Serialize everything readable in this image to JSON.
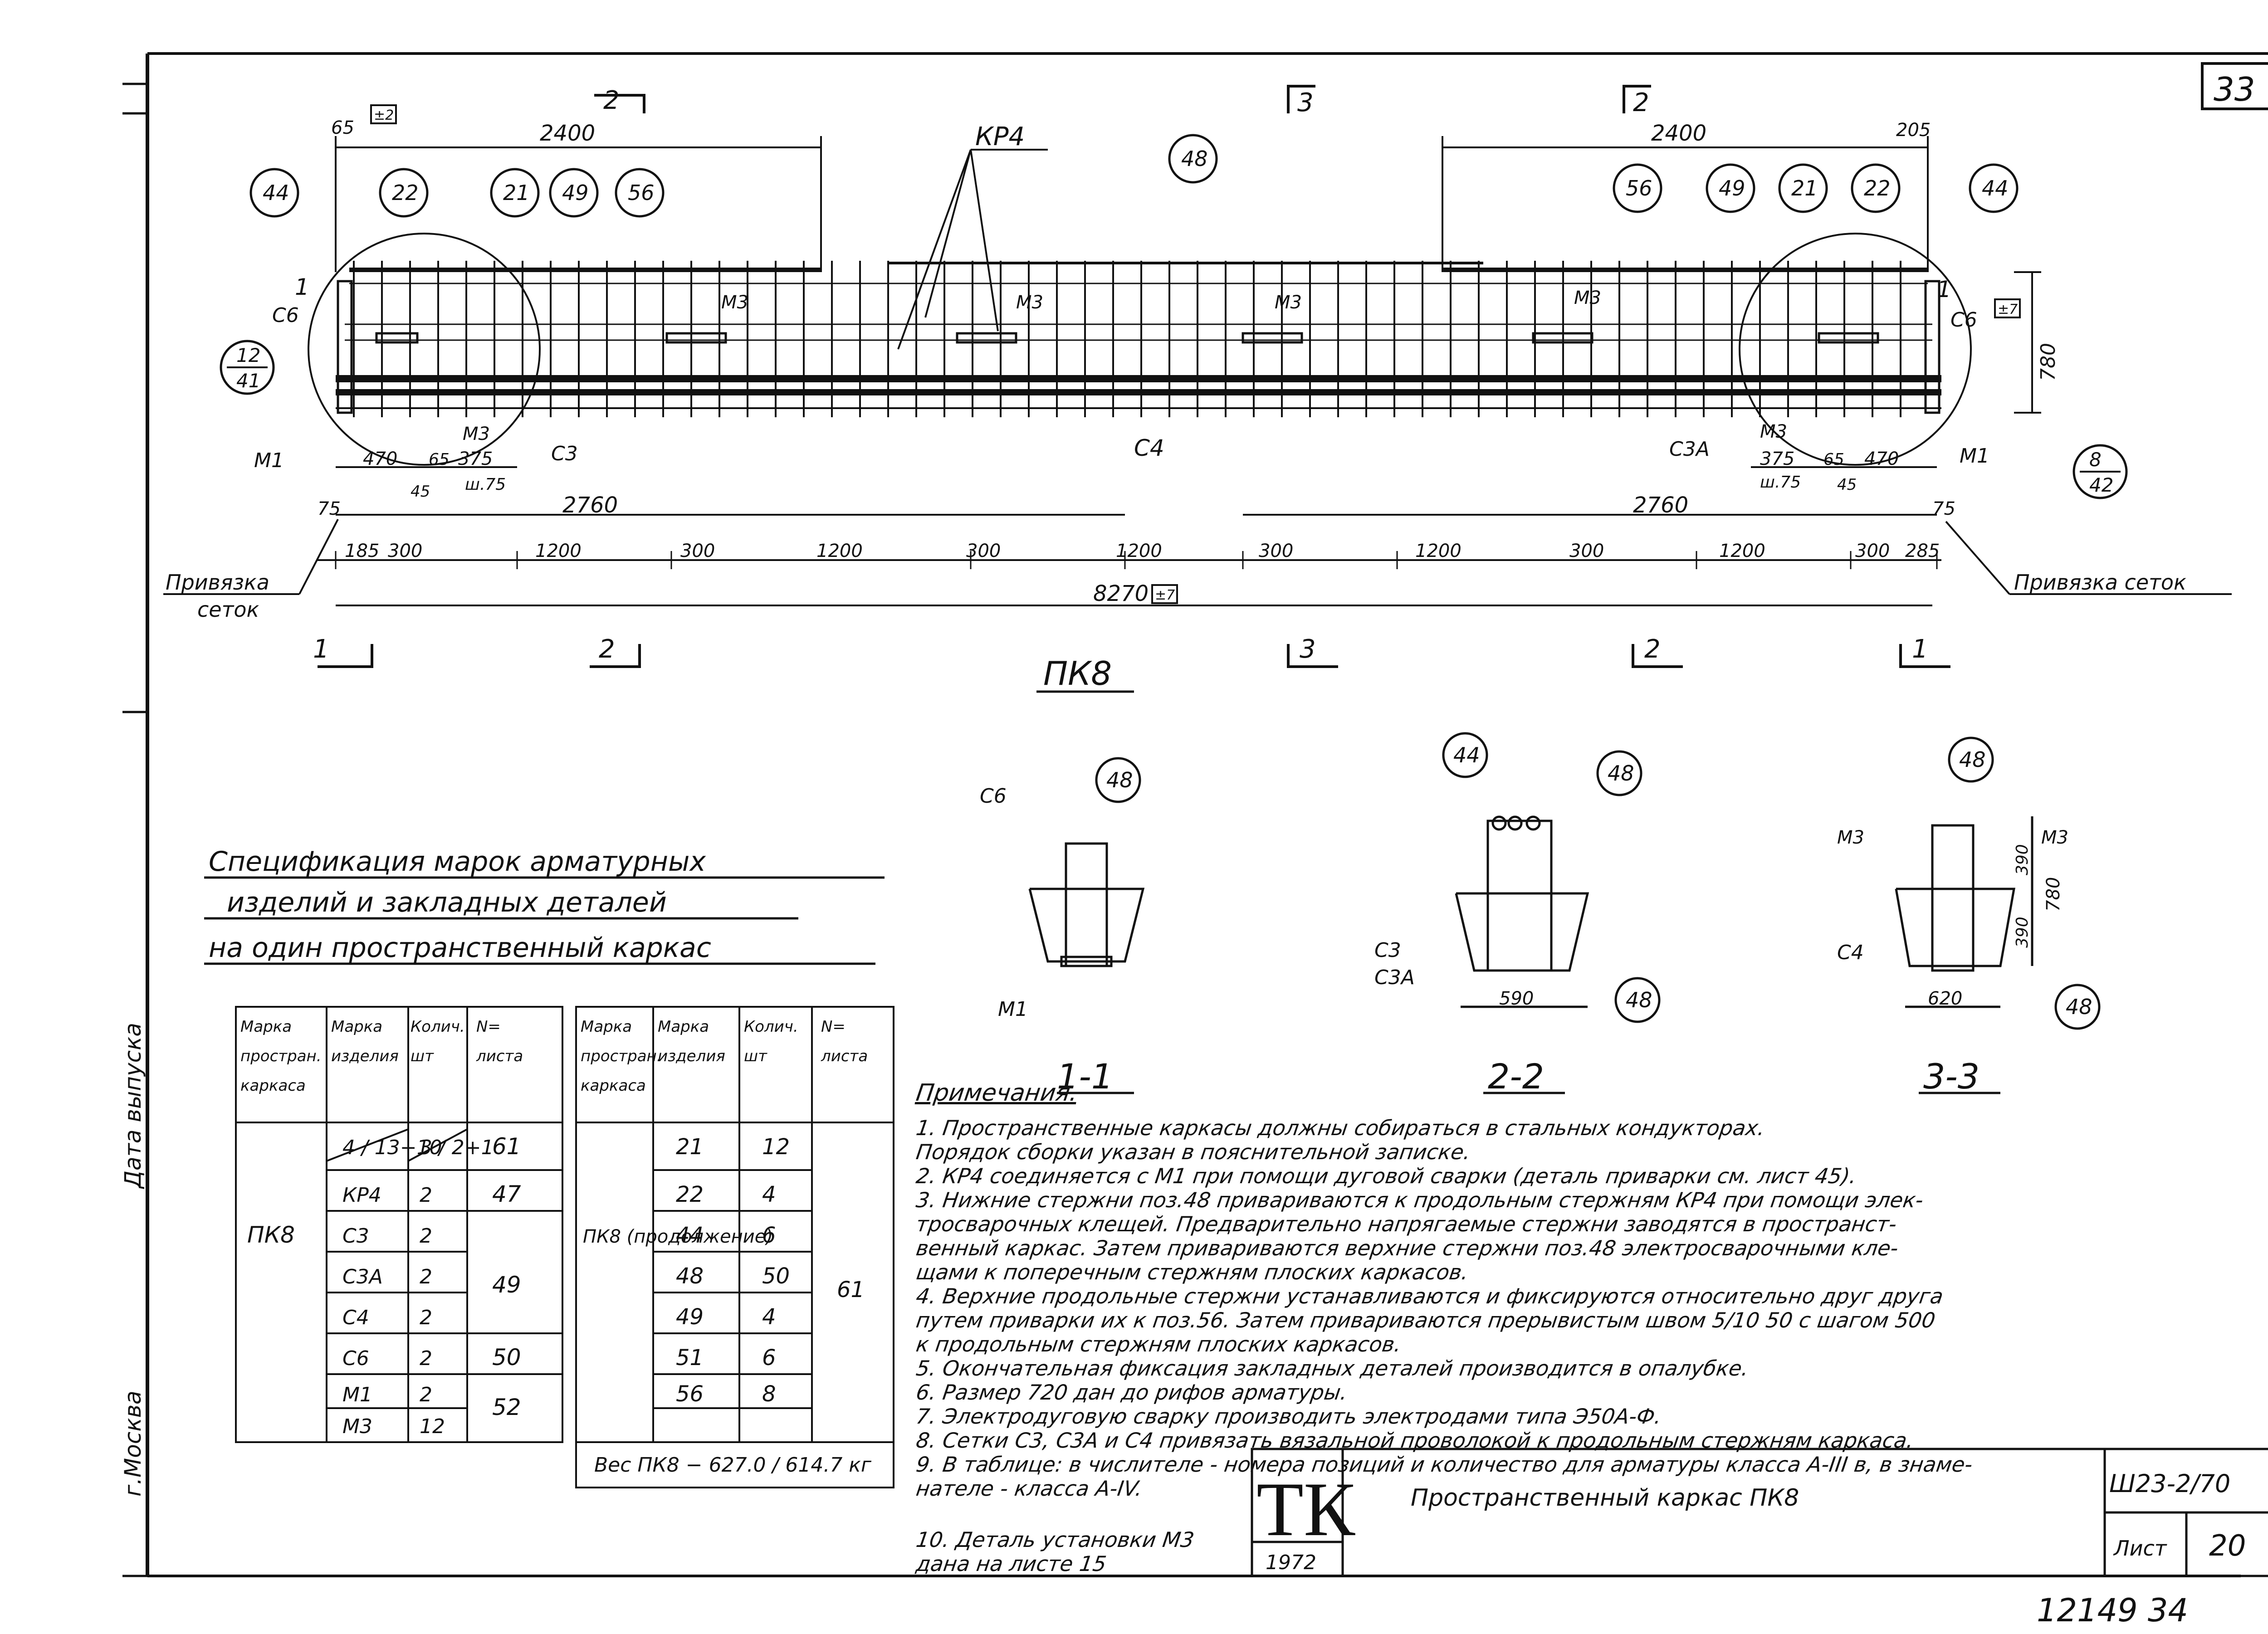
{
  "sheet": {
    "corner_number": "33",
    "side_labels": {
      "date": "Дата выпуска",
      "city": "г.Москва"
    },
    "bottom_numbers": "12149 34"
  },
  "elevation": {
    "title": "ПК8",
    "frame_label": "КР4",
    "cut_marks": [
      "1",
      "2",
      "3",
      "2",
      "1"
    ],
    "top_dims": {
      "left": "2400",
      "right": "2400",
      "left_small": "65",
      "right_small": "205",
      "left_tag": "±2",
      "right_tag": "±7"
    },
    "height_dim": "780",
    "dims_row1": [
      "470",
      "65",
      "375",
      "ш.75",
      "45",
      "2760",
      "2760",
      "375",
      "65",
      "470",
      "ш.75",
      "45"
    ],
    "dims_row2": [
      "75",
      "185",
      "300",
      "1200",
      "300",
      "1200",
      "300",
      "1200",
      "300",
      "1200",
      "300",
      "1200",
      "300",
      "285",
      "75"
    ],
    "total": "8270",
    "total_tag": "±7",
    "binding_left": [
      "Привязка",
      "сеток"
    ],
    "binding_right": "Привязка сеток",
    "callouts_left": [
      "44",
      "22",
      "21",
      "49",
      "56"
    ],
    "callouts_right": [
      "56",
      "49",
      "21",
      "22",
      "44"
    ],
    "callout_mid": "48",
    "callout_left_frac": [
      "12",
      "41"
    ],
    "callout_right_frac": [
      "8",
      "42"
    ],
    "labels": {
      "c6": "С6",
      "m1": "М1",
      "m3": "М3",
      "c3": "С3",
      "c4": "С4",
      "c3a": "С3А",
      "one": "1"
    }
  },
  "sections": [
    {
      "title": "1-1",
      "tags": [
        "С6",
        "48",
        "М1"
      ]
    },
    {
      "title": "2-2",
      "tags": [
        "44",
        "48",
        "С3",
        "С3А",
        "48"
      ],
      "dim": "590"
    },
    {
      "title": "3-3",
      "tags": [
        "48",
        "М3",
        "М3",
        "С4",
        "48"
      ],
      "dim": "620",
      "dims_v": [
        "390",
        "390",
        "780"
      ]
    }
  ],
  "spec": {
    "title_lines": [
      "Спецификация марок арматурных",
      "изделий и закладных деталей",
      "на один пространственный каркас"
    ],
    "headers": [
      "Марка простран. каркаса",
      "Марка изделия",
      "Колич. шт",
      "N= листа",
      "Марка простран. каркаса",
      "Марка изделия",
      "Колич. шт",
      "N= листа"
    ],
    "left_rows": [
      {
        "mark": "4 / 13+10",
        "qty": "3 / 2+1",
        "sheet": "61"
      },
      {
        "mark": "КР4",
        "qty": "2",
        "sheet": "47"
      },
      {
        "mark": "С3",
        "qty": "2",
        "sheet": ""
      },
      {
        "mark": "С3А",
        "qty": "2",
        "sheet": "49"
      },
      {
        "mark": "С4",
        "qty": "2",
        "sheet": ""
      },
      {
        "mark": "С6",
        "qty": "2",
        "sheet": "50"
      },
      {
        "mark": "М1",
        "qty": "2",
        "sheet": "52"
      },
      {
        "mark": "М3",
        "qty": "12",
        "sheet": ""
      }
    ],
    "left_frame": "ПК8",
    "right_frame": "ПК8 (продолжение)",
    "right_rows": [
      {
        "mark": "21",
        "qty": "12"
      },
      {
        "mark": "22",
        "qty": "4"
      },
      {
        "mark": "44",
        "qty": "6"
      },
      {
        "mark": "48",
        "qty": "50"
      },
      {
        "mark": "49",
        "qty": "4"
      },
      {
        "mark": "51",
        "qty": "6"
      },
      {
        "mark": "56",
        "qty": "8"
      }
    ],
    "right_sheet": "61",
    "weight": "Вес ПК8 − 627.0 / 614.7 кг"
  },
  "notes": {
    "title": "Примечания.",
    "lines": [
      "1. Пространственные каркасы должны собираться в стальных кондукторах.",
      "   Порядок сборки указан в пояснительной записке.",
      "2. КР4 соединяется с М1 при помощи дуговой сварки (деталь приварки см. лист 45).",
      "3. Нижние стержни поз.48 привариваются к продольным стержням КР4 при помощи элек-",
      "   тросварочных клещей. Предварительно напрягаемые стержни заводятся в пространст-",
      "   венный каркас. Затем привариваются верхние стержни поз.48 электросварочными кле-",
      "   щами к поперечным стержням плоских каркасов.",
      "4. Верхние продольные стержни устанавливаются и фиксируются относительно друг друга",
      "   путем приварки их к поз.56. Затем привариваются прерывистым швом 5/10 50 с шагом 500",
      "   к продольным стержням плоских каркасов.",
      "5. Окончательная фиксация закладных деталей производится в опалубке.",
      "6. Размер 720 дан до рифов арматуры.",
      "7. Электродуговую сварку производить электродами типа Э50А-Ф.",
      "8. Сетки С3, С3А и С4 привязать вязальной проволокой к продольным стержням каркаса.",
      "9. В таблице: в числителе - номера позиций и количество для арматуры класса А-III в, в знаме-",
      "   нателе - класса А-IV.",
      "10. Деталь установки М3",
      "   дана на листе 15"
    ]
  },
  "title_block": {
    "logo": "ТК",
    "year": "1972",
    "title": "Пространственный каркас ПК8",
    "series": "Ш23-2/70",
    "sheet_label": "Лист",
    "sheet_no": "20"
  }
}
